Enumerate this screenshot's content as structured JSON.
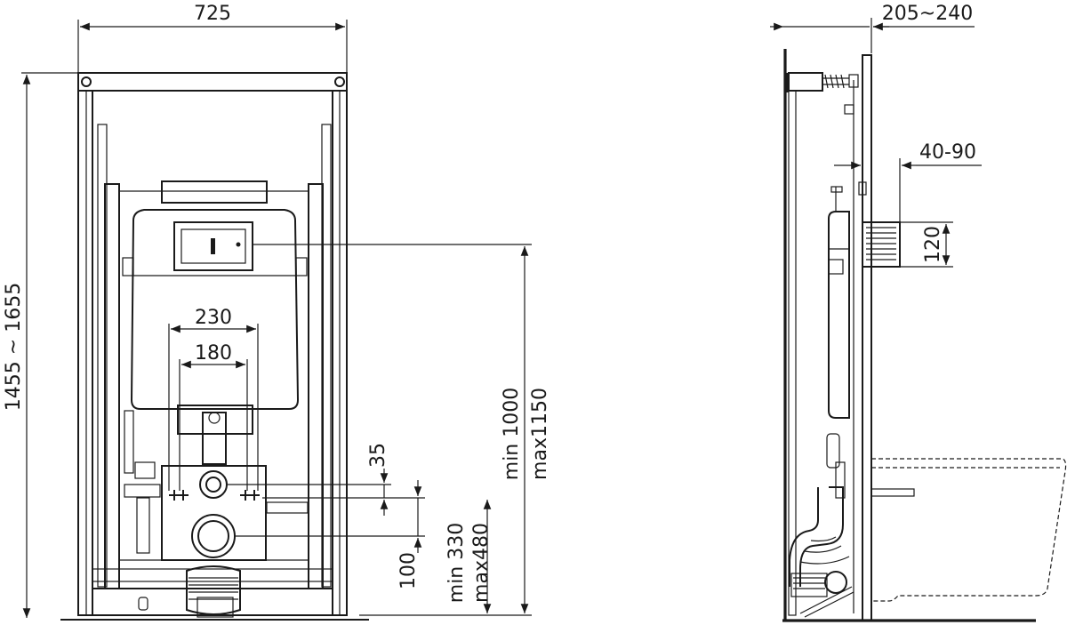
{
  "front_view": {
    "dimensions": {
      "frame_width": "725",
      "frame_height": "1455 ~ 1655",
      "bolt_spacing_outer": "230",
      "bolt_spacing_inner": "180",
      "pipe_offset": "35",
      "outlet_height": "100",
      "outlet_height_range_min": "min 330",
      "outlet_height_range_max": "max480",
      "button_height_min": "min 1000",
      "button_height_max": "max1150"
    }
  },
  "side_view": {
    "dimensions": {
      "frame_depth": "205~240",
      "wall_thickness": "40-90",
      "button_opening": "120"
    }
  }
}
